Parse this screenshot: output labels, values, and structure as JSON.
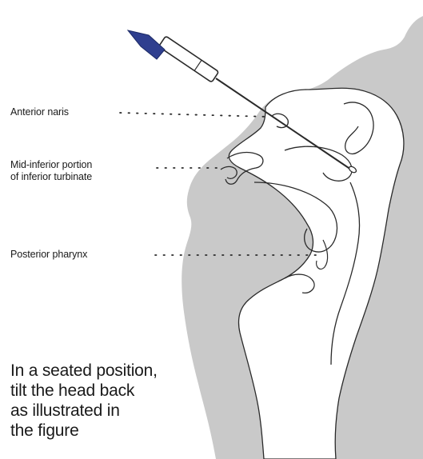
{
  "labels": {
    "anterior_naris": "Anterior naris",
    "mid_inferior": {
      "line1": "Mid-inferior portion",
      "line2": "of inferior turbinate"
    },
    "posterior_pharynx": "Posterior pharynx"
  },
  "instruction": {
    "line1": "In a seated position,",
    "line2": "tilt the head back",
    "line3": "as illustrated in",
    "line4": "the figure"
  },
  "colors": {
    "silhouette": "#c9c9c9",
    "outline": "#2a2a2a",
    "swab_handle": "#ffffff",
    "swab_tip": "#2f3f8f",
    "text": "#1a1a1a"
  }
}
